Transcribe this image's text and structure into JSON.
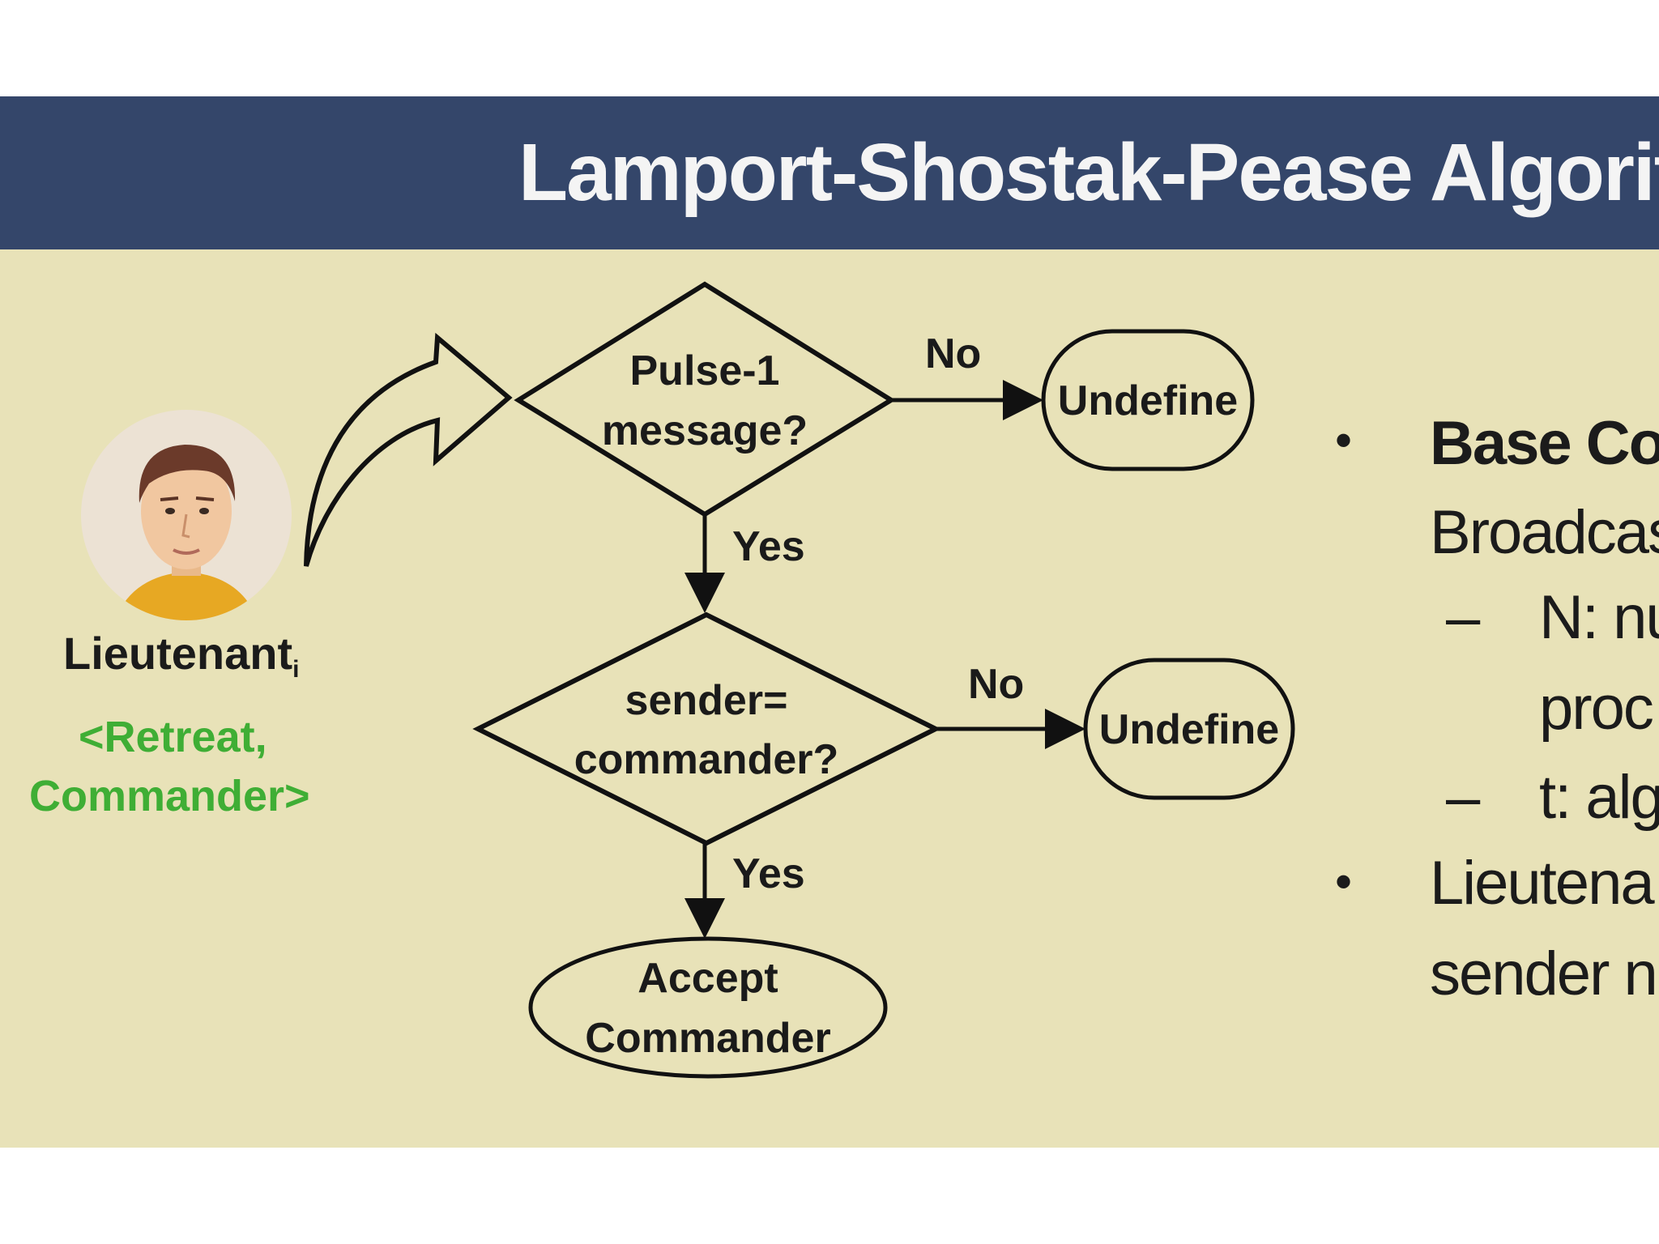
{
  "title": "Lamport-Shostak-Pease Algorithm",
  "lieutenant": {
    "name": "Lieutenant",
    "subscript": "i",
    "message_line1": "<Retreat,",
    "message_line2": "Commander>"
  },
  "flowchart": {
    "decision1_line1": "Pulse-1",
    "decision1_line2": "message?",
    "decision2_line1": "sender=",
    "decision2_line2": "commander?",
    "no_label_1": "No",
    "no_label_2": "No",
    "yes_label_1": "Yes",
    "yes_label_2": "Yes",
    "undefine_1": "Undefine",
    "undefine_2": "Undefine",
    "accept_line1": "Accept",
    "accept_line2": "Commander"
  },
  "bullets": {
    "b1_heading": "Base Co",
    "b1_text": "Broadcas",
    "sub1_line1": "N: nu",
    "sub1_line2": "proc",
    "sub2": "t: alg",
    "b2_line1": "Lieutena",
    "b2_line2": "sender n",
    "bullet_char": "•",
    "dash_char": "–"
  },
  "colors": {
    "title_bar": "#34466a",
    "slide_background": "#e8e2b8",
    "green_text": "#3fae35"
  }
}
